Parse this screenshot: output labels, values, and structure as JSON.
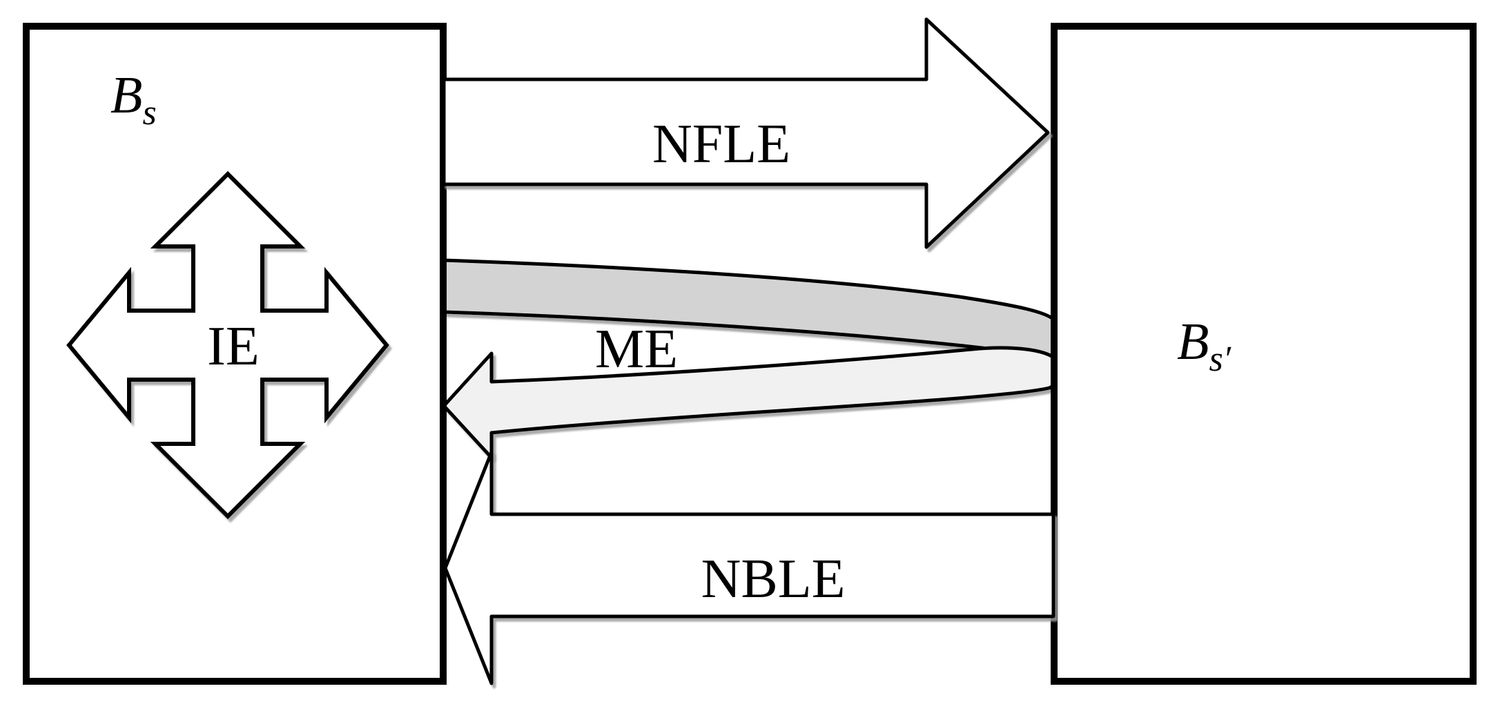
{
  "boxes": {
    "left": {
      "main": "B",
      "sub": "s"
    },
    "right": {
      "main": "B",
      "sub": "s′"
    }
  },
  "flows": {
    "nfle": {
      "label": "NFLE",
      "direction": "left-to-right"
    },
    "me": {
      "label": "ME",
      "direction": "loop-and-return"
    },
    "nble": {
      "label": "NBLE",
      "direction": "right-to-left"
    }
  },
  "icon": {
    "label": "IE",
    "type": "four-way-arrow"
  },
  "colors": {
    "dark_band": "#d3d3d3",
    "light_band": "#f1f1f1",
    "outline": "#000000",
    "shadow": "#9a9a9a",
    "background": "#ffffff"
  }
}
